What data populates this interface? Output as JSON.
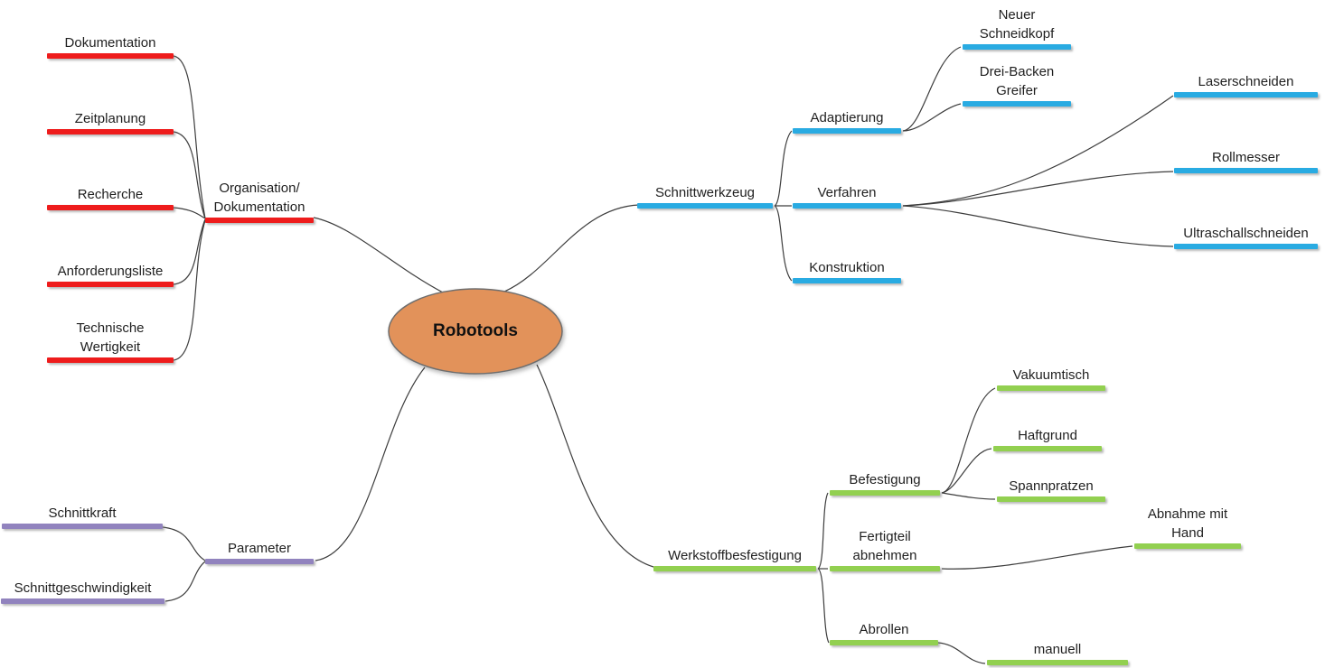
{
  "diagram": {
    "type": "mindmap",
    "root_label": "Robotools",
    "branches": [
      {
        "label": "Organisation/ Dokumentation",
        "color_name": "red",
        "children": [
          {
            "label": "Dokumentation"
          },
          {
            "label": "Zeitplanung"
          },
          {
            "label": "Recherche"
          },
          {
            "label": "Anforderungsliste"
          },
          {
            "label": "Technische Wertigkeit"
          }
        ]
      },
      {
        "label": "Schnittwerkzeug",
        "color_name": "blue",
        "children": [
          {
            "label": "Adaptierung",
            "children": [
              {
                "label": "Neuer Schneidkopf"
              },
              {
                "label": "Drei-Backen Greifer"
              }
            ]
          },
          {
            "label": "Verfahren",
            "children": [
              {
                "label": "Laserschneiden"
              },
              {
                "label": "Rollmesser"
              },
              {
                "label": "Ultraschallschneiden"
              }
            ]
          },
          {
            "label": "Konstruktion"
          }
        ]
      },
      {
        "label": "Parameter",
        "color_name": "purple",
        "children": [
          {
            "label": "Schnittkraft"
          },
          {
            "label": "Schnittgeschwindigkeit"
          }
        ]
      },
      {
        "label": "Werkstoffbesfestigung",
        "color_name": "green",
        "children": [
          {
            "label": "Befestigung",
            "children": [
              {
                "label": "Vakuumtisch"
              },
              {
                "label": "Haftgrund"
              },
              {
                "label": "Spannpratzen"
              }
            ]
          },
          {
            "label": "Fertigteil abnehmen",
            "children": [
              {
                "label": "Abnahme mit Hand"
              }
            ]
          },
          {
            "label": "Abrollen",
            "children": [
              {
                "label": "manuell"
              }
            ]
          }
        ]
      }
    ]
  },
  "colors": {
    "red": "#ee1c1c",
    "blue": "#29abe2",
    "green": "#92d050",
    "purple": "#9183be",
    "line": "#3d3d3d",
    "text": "#1f1f1f",
    "centerFill": "#e2925a",
    "centerStroke": "#6e6e6e"
  }
}
